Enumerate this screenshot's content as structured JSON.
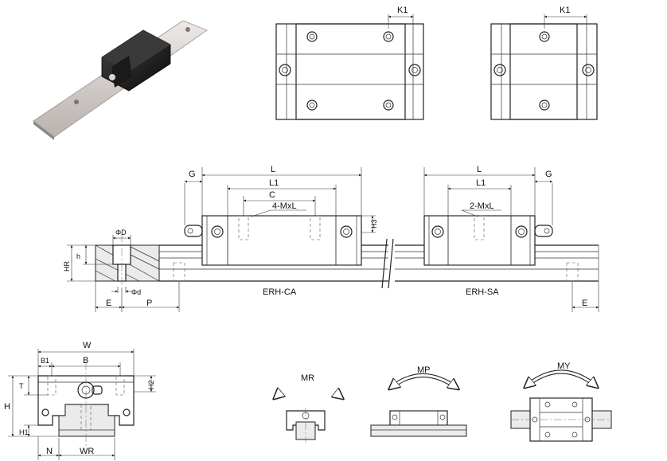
{
  "top_views": {
    "left_dim": "K1",
    "right_dim": "K1"
  },
  "side_view": {
    "ca": {
      "g": "G",
      "l": "L",
      "l1": "L1",
      "c": "C",
      "holes": "4-MxL",
      "name": "ERH-CA"
    },
    "sa": {
      "g": "G",
      "l": "L",
      "l1": "L1",
      "holes": "2-MxL",
      "name": "ERH-SA",
      "h3": "H3"
    },
    "rail": {
      "phi_d_big": "ΦD",
      "h": "h",
      "hr": "HR",
      "phi_d": "Φd",
      "e_left": "E",
      "p": "P",
      "e_right": "E"
    }
  },
  "cross_section": {
    "w": "W",
    "b1": "B1",
    "b": "B",
    "t": "T",
    "h2": "H2",
    "h": "H",
    "h1": "H1",
    "n": "N",
    "wr": "WR"
  },
  "moments": {
    "mr": "MR",
    "mp": "MP",
    "my": "MY"
  }
}
